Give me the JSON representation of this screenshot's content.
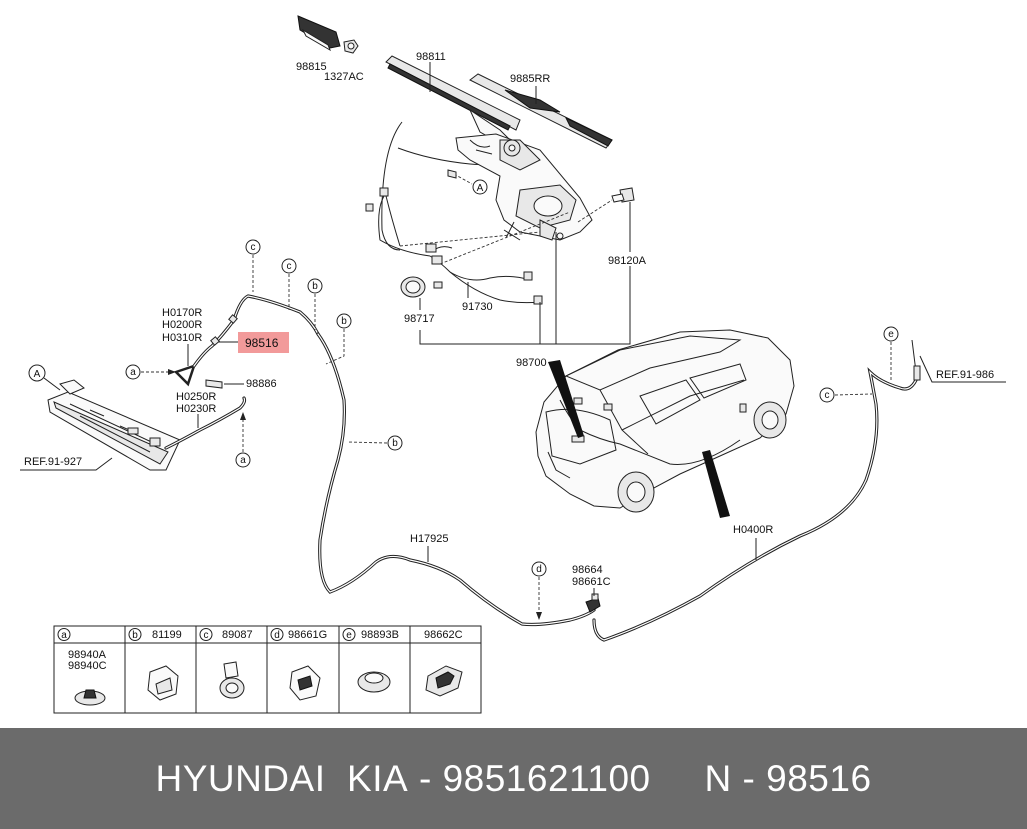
{
  "labels": {
    "p98815": "98815",
    "p1327ac": "1327AC",
    "p98811": "98811",
    "p9885rr": "9885RR",
    "p98120a": "98120A",
    "p98717": "98717",
    "p91730": "91730",
    "p98700": "98700",
    "h0170r": "H0170R",
    "h0200r": "H0200R",
    "h0310r": "H0310R",
    "p98516": "98516",
    "p98886": "98886",
    "h0250r": "H0250R",
    "h0230r": "H0230R",
    "ref_left": "REF.91-927",
    "ref_right": "REF.91-986",
    "h17925": "H17925",
    "p98664": "98664",
    "p98661c": "98661C",
    "h0400r": "H0400R"
  },
  "callouts": {
    "a": "a",
    "A": "A",
    "b": "b",
    "c": "c",
    "d": "d",
    "e": "e"
  },
  "highlight_color": "#f29a9a",
  "legend": {
    "cells": [
      {
        "letter": "a",
        "codes": [
          "98940A",
          "98940C"
        ]
      },
      {
        "letter": "b",
        "codes": [
          "81199"
        ]
      },
      {
        "letter": "c",
        "codes": [
          "89087"
        ]
      },
      {
        "letter": "d",
        "codes": [
          "98661G"
        ]
      },
      {
        "letter": "e",
        "codes": [
          "98893B"
        ]
      },
      {
        "letter": "",
        "codes": [
          "98662C"
        ]
      }
    ]
  },
  "footer": {
    "brand": "HYUNDAI  KIA",
    "part_number": "9851621100",
    "ref_number": "98516",
    "separator": " - ",
    "ref_prefix": "N"
  }
}
